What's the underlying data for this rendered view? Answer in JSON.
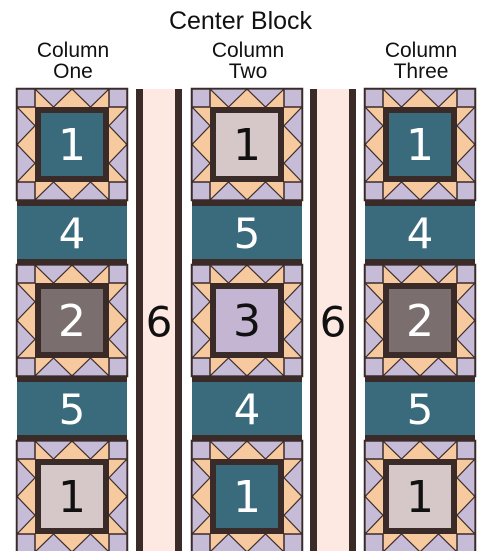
{
  "title": "Center Block",
  "columns": [
    {
      "line1": "Column",
      "line2": "One",
      "blocks": [
        {
          "kind": "star",
          "num": "1",
          "fill": "#3a6b7d"
        },
        {
          "kind": "bar",
          "num": "4"
        },
        {
          "kind": "star",
          "num": "2",
          "fill": "#7a6e6e"
        },
        {
          "kind": "bar",
          "num": "5"
        },
        {
          "kind": "star",
          "num": "1",
          "fill": "#d6c8c8"
        }
      ]
    },
    {
      "line1": "Column",
      "line2": "Two",
      "blocks": [
        {
          "kind": "star",
          "num": "1",
          "fill": "#d6c8c8"
        },
        {
          "kind": "bar",
          "num": "5"
        },
        {
          "kind": "star",
          "num": "3",
          "fill": "#c4b5d2"
        },
        {
          "kind": "bar",
          "num": "4"
        },
        {
          "kind": "star",
          "num": "1",
          "fill": "#3a6b7d"
        }
      ]
    },
    {
      "line1": "Column",
      "line2": "Three",
      "blocks": [
        {
          "kind": "star",
          "num": "1",
          "fill": "#3a6b7d"
        },
        {
          "kind": "bar",
          "num": "4"
        },
        {
          "kind": "star",
          "num": "2",
          "fill": "#7a6e6e"
        },
        {
          "kind": "bar",
          "num": "5"
        },
        {
          "kind": "star",
          "num": "1",
          "fill": "#d6c8c8"
        }
      ]
    }
  ],
  "sashing": [
    {
      "num": "6"
    },
    {
      "num": "6"
    }
  ],
  "colors": {
    "outline": "#3b2b28",
    "star_tip": "#f6c99e",
    "corner": "#c6bcd8",
    "bar": "#3a6b7d",
    "sashing": "#fde9e2",
    "label_light": "#ffffff",
    "label_dark": "#111111"
  }
}
